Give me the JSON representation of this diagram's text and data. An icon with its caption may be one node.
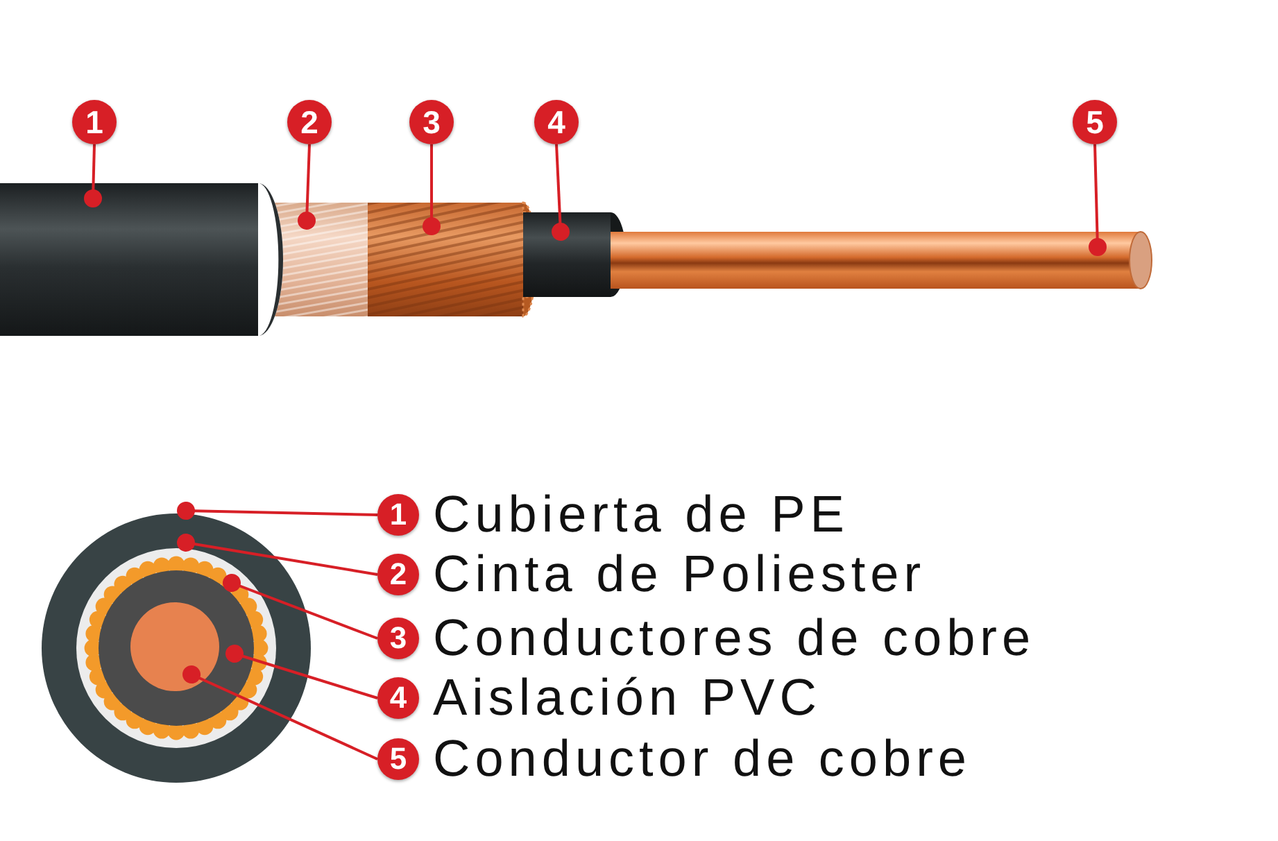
{
  "diagram": {
    "nodes": [
      {
        "text": [
          "1"
        ]
      },
      {
        "text": [
          "2"
        ]
      },
      {
        "text": [
          "3"
        ]
      },
      {
        "text": [
          "4"
        ]
      },
      {
        "text": [
          "5"
        ]
      },
      {
        "text": [],
        "shape": "cylinder"
      },
      {
        "text": [],
        "shape": "cylinder"
      },
      {
        "text": [],
        "shape": "cylinder"
      },
      {
        "text": [],
        "shape": "cylinder"
      },
      {
        "text": [],
        "shape": "cylinder"
      },
      {
        "text": [
          "1"
        ],
        "beside": [
          "Cubierta de PE"
        ]
      },
      {
        "text": [
          "2"
        ],
        "beside": [
          "Cinta de Poliester"
        ]
      },
      {
        "text": [
          "3"
        ],
        "beside": [
          "Conductores de cobre"
        ]
      },
      {
        "text": [
          "4"
        ],
        "beside": [
          "Aislación PVC"
        ]
      },
      {
        "text": [
          "5"
        ],
        "beside": [
          "Conductor de cobre"
        ]
      },
      {
        "text": [],
        "shape": "circle"
      },
      {
        "text": [],
        "shape": "circle",
        "in": 15
      },
      {
        "text": [],
        "shape": "circle",
        "in": 16
      },
      {
        "text": [],
        "shape": "circle",
        "in": 17
      },
      {
        "text": [],
        "shape": "circle",
        "in": 18
      }
    ],
    "edges": [
      {
        "from": 0,
        "to": 5,
        "arrow": "other"
      },
      {
        "from": 1,
        "to": 6,
        "arrow": "other"
      },
      {
        "from": 2,
        "to": 7,
        "arrow": "other"
      },
      {
        "from": 3,
        "to": 8,
        "arrow": "other"
      },
      {
        "from": 4,
        "to": 9,
        "arrow": "other"
      },
      {
        "from": 10,
        "to": 15,
        "arrow": "other"
      },
      {
        "from": 11,
        "to": 16,
        "arrow": "other"
      },
      {
        "from": 12,
        "to": 17,
        "arrow": "other"
      },
      {
        "from": 13,
        "to": 18,
        "arrow": "other"
      },
      {
        "from": 14,
        "to": 19,
        "arrow": "other"
      }
    ]
  }
}
